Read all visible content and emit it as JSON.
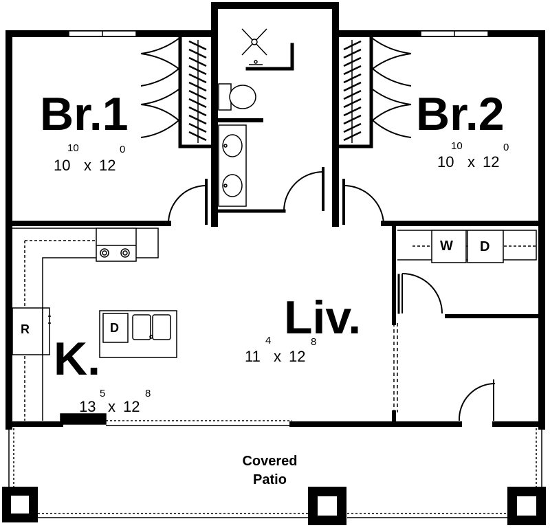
{
  "rooms": {
    "br1": {
      "name": "Br.1",
      "dim_a": "10",
      "dim_a_sup": "10",
      "dim_x": "x",
      "dim_b": "12",
      "dim_b_sup": "0"
    },
    "br2": {
      "name": "Br.2",
      "dim_a": "10",
      "dim_a_sup": "10",
      "dim_x": "x",
      "dim_b": "12",
      "dim_b_sup": "0"
    },
    "liv": {
      "name": "Liv.",
      "dim_a": "11",
      "dim_a_sup": "4",
      "dim_x": "x",
      "dim_b": "12",
      "dim_b_sup": "8"
    },
    "kitchen": {
      "name": "K.",
      "dim_a": "13",
      "dim_a_sup": "5",
      "dim_x": "x",
      "dim_b": "12",
      "dim_b_sup": "8"
    },
    "patio": {
      "line1": "Covered",
      "line2": "Patio"
    }
  },
  "fixtures": {
    "refrigerator": "R",
    "dishwasher": "D",
    "washer": "W",
    "dryer": "D"
  },
  "colors": {
    "wall": "#000000",
    "background": "#ffffff"
  }
}
